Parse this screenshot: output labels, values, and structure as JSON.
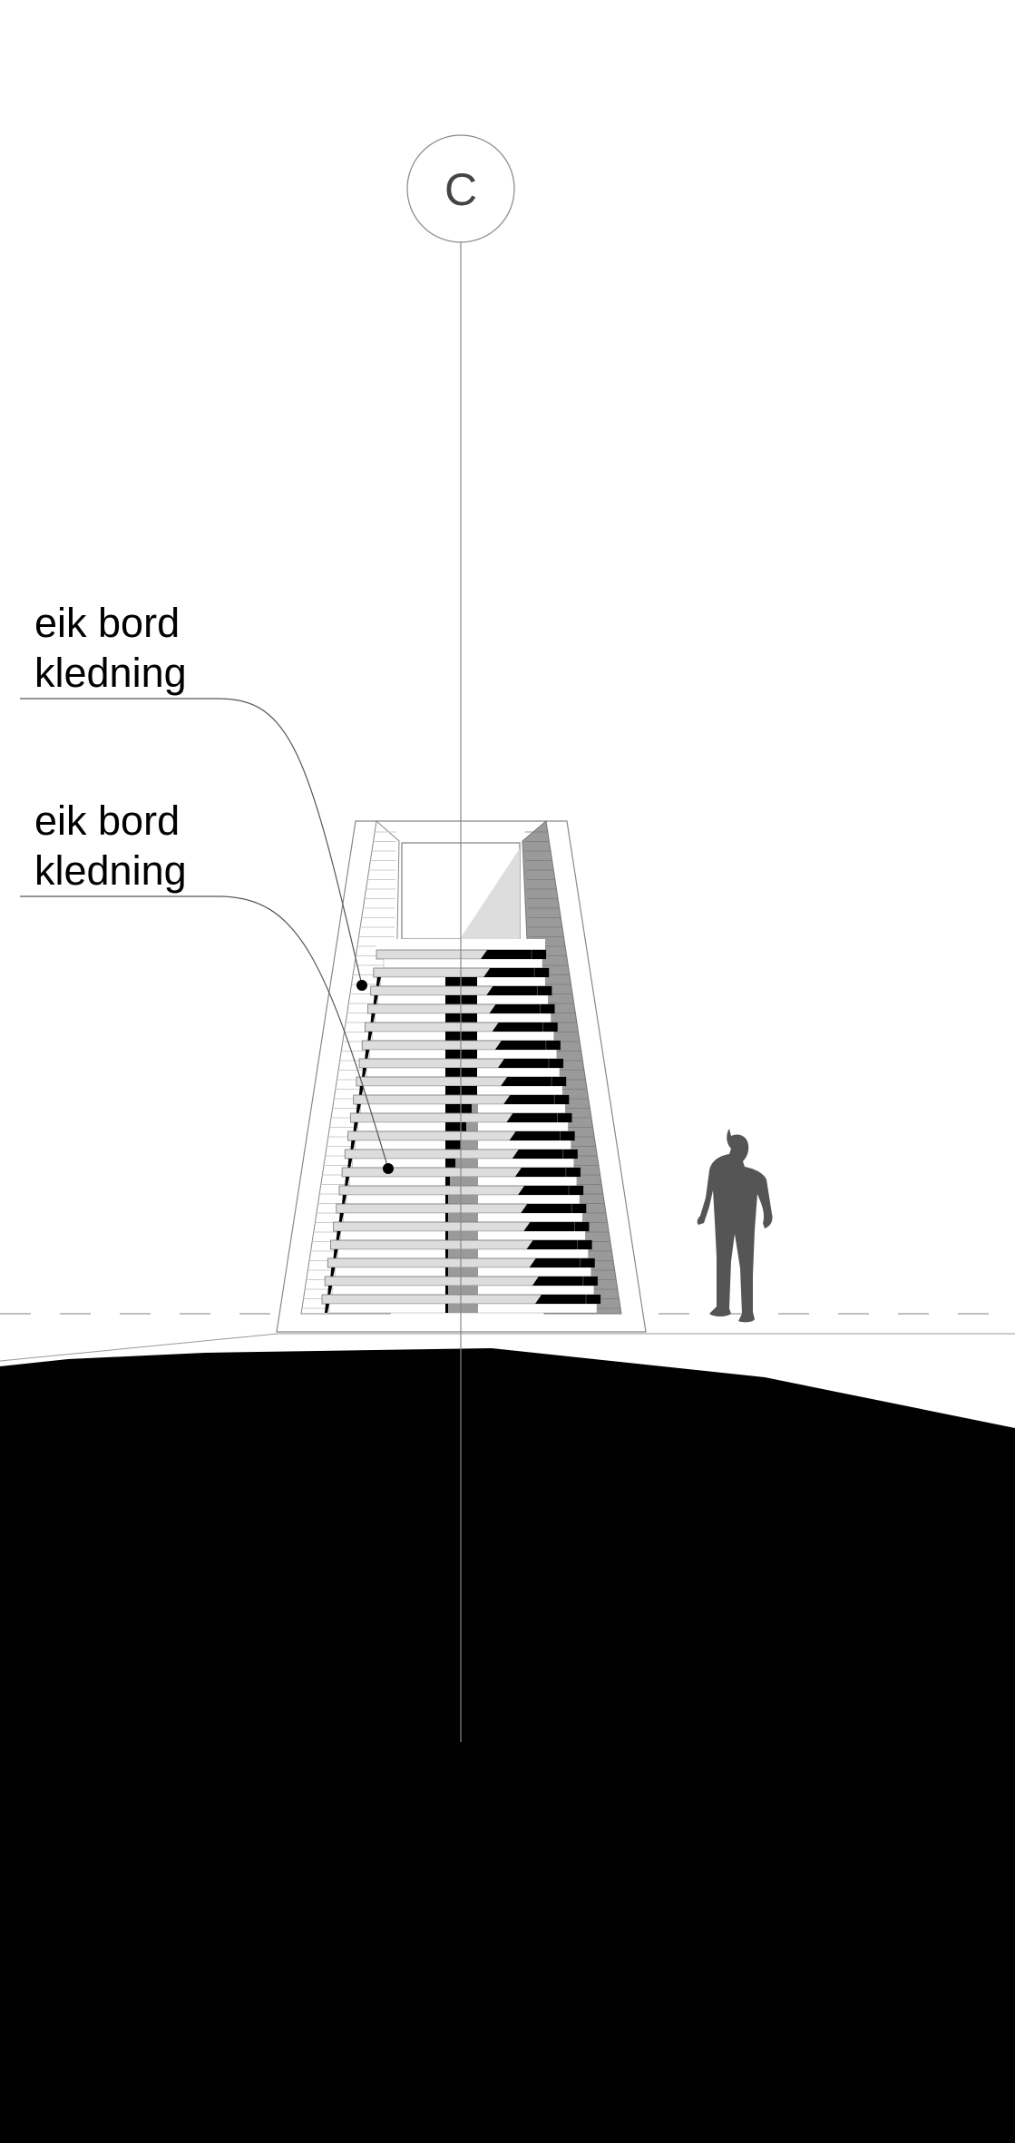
{
  "grid_marker": {
    "label": "C"
  },
  "annotations": [
    {
      "line1": "eik bord",
      "line2": "kledning"
    },
    {
      "line1": "eik bord",
      "line2": "kledning"
    }
  ],
  "colors": {
    "ground": "#000000",
    "light_panel": "#dddddd",
    "shadow": "#9a9a9a",
    "person": "#555555",
    "line": "#888888"
  }
}
